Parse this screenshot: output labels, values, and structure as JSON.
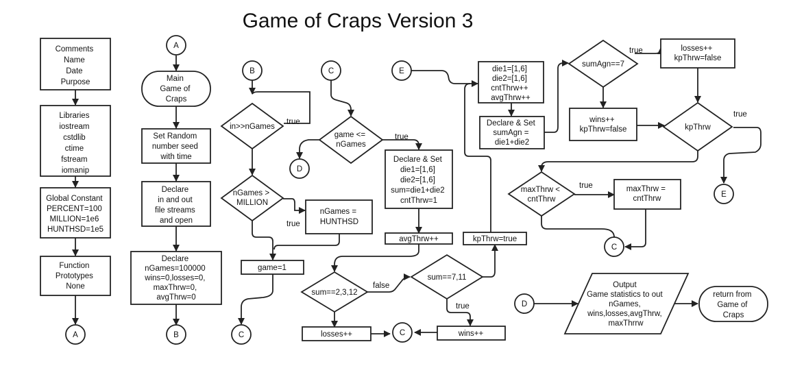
{
  "title": "Game of Craps Version 3",
  "nodes": {
    "comments": [
      "Comments",
      "Name",
      "Date",
      "Purpose"
    ],
    "libraries": [
      "Libraries",
      "iostream",
      "cstdlib",
      "ctime",
      "fstream",
      "iomanip"
    ],
    "global_constants": [
      "Global Constant",
      "PERCENT=100",
      "MILLION=1e6",
      "HUNTHSD=1e5"
    ],
    "function_prototypes": [
      "Function",
      "Prototypes",
      "None"
    ],
    "conn_a_bottom": "A",
    "conn_a_top": "A",
    "main": [
      "Main",
      "Game of",
      "Craps"
    ],
    "set_seed": [
      "Set Random",
      "number seed",
      "with time"
    ],
    "declare_streams": [
      "Declare",
      "in and out",
      "file streams",
      "and open"
    ],
    "declare_vars": [
      "Declare",
      "nGames=100000",
      "wins=0,losses=0,",
      "maxThrw=0,",
      "avgThrw=0"
    ],
    "conn_b_bottom": "B",
    "conn_b_top": "B",
    "read_ngames": "in>>nGames",
    "check_million": [
      "nGames >",
      "MILLION"
    ],
    "set_hunthsd": [
      "nGames =",
      "HUNTHSD"
    ],
    "game_init": "game=1",
    "conn_c_bottom": "C",
    "conn_c_top": "C",
    "game_loop": [
      "game <=",
      "nGames"
    ],
    "conn_d_left": "D",
    "declare_dice": [
      "Declare & Set",
      "die1=[1,6]",
      "die2=[1,6]",
      "sum=die1+die2",
      "cntThrw=1"
    ],
    "avg_thrw": "avgThrw++",
    "check_lose": "sum==2,3,12",
    "check_win": "sum==7,11",
    "losses_inc": "losses++",
    "conn_c_mid": "C",
    "wins_inc": "wins++",
    "kp_thrw_true": "kpThrw=true",
    "conn_e_top": "E",
    "roll_again": [
      "die1=[1,6]",
      "die2=[1,6]",
      "cntThrw++",
      "avgThrw++"
    ],
    "declare_sum_agn": [
      "Declare & Set",
      "sumAgn =",
      "die1+die2"
    ],
    "check_sum_agn": "sumAgn==7",
    "losses_stop": [
      "losses++",
      "kpThrw=false"
    ],
    "wins_stop": [
      "wins++",
      "kpThrw=false"
    ],
    "kp_thrw_check": "kpThrw",
    "conn_e_right": "E",
    "check_max": [
      "maxThrw <",
      "cntThrw"
    ],
    "set_max": [
      "maxThrw =",
      "cntThrw"
    ],
    "conn_c_right": "C",
    "conn_d_bottom": "D",
    "output": [
      "Output",
      "Game statistics to out",
      "nGames,",
      "wins,losses,avgThrw,",
      "maxThrrw"
    ],
    "return_node": [
      "return from",
      "Game of",
      "Craps"
    ]
  },
  "edge_labels": {
    "read_true": "true",
    "million_true": "true",
    "loop_true": "true",
    "lose_false": "false",
    "win_true": "true",
    "sumagn_true": "true",
    "kp_true": "true",
    "max_true": "true"
  }
}
